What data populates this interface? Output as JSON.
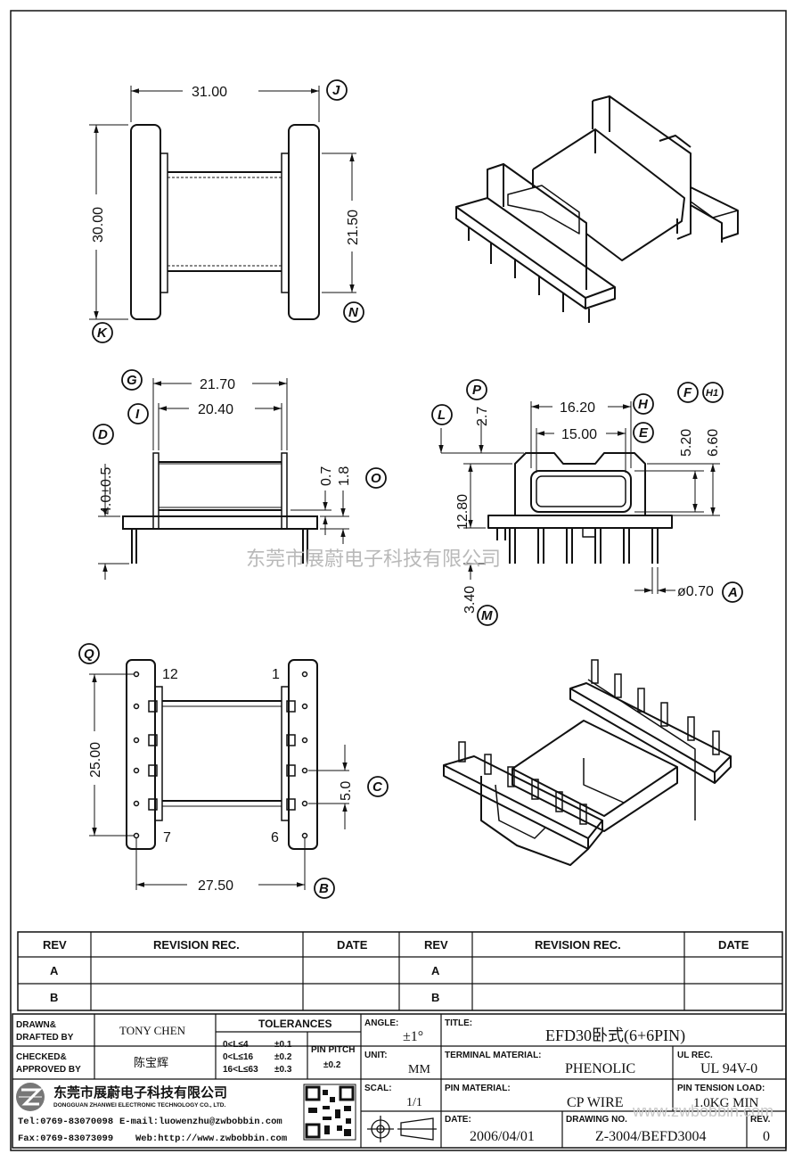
{
  "dimensions": {
    "top_width": "31.00",
    "top_height": "30.00",
    "top_inner": "21.50",
    "side_outer": "21.70",
    "side_inner": "20.40",
    "side_height": "4.0±0.5",
    "side_flange": "0.7",
    "side_base": "1.8",
    "front_outer": "16.20",
    "front_inner": "15.00",
    "front_top": "2.7",
    "front_h1": "5.20",
    "front_h2": "6.60",
    "front_total": "12.80",
    "front_pin_len": "3.40",
    "front_pin_dia": "ø0.70",
    "bottom_pins": "25.00",
    "bottom_pitch": "5.0",
    "bottom_width": "27.50"
  },
  "callouts": [
    "J",
    "K",
    "N",
    "G",
    "I",
    "D",
    "O",
    "P",
    "L",
    "H",
    "E",
    "F",
    "H1",
    "M",
    "A",
    "Q",
    "C",
    "B"
  ],
  "pins": {
    "p12": "12",
    "p1": "1",
    "p7": "7",
    "p6": "6"
  },
  "watermark": "东莞市展蔚电子科技有限公司",
  "watermark_url": "www.zwbobbin.com",
  "revision_table": {
    "headers": [
      "REV",
      "REVISION REC.",
      "DATE",
      "REV",
      "REVISION REC.",
      "DATE"
    ],
    "rows": [
      "A",
      "B"
    ]
  },
  "title_block": {
    "drawn_label": "DRAWN&\nDRAFTED BY",
    "drawn_value": "TONY CHEN",
    "checked_label": "CHECKED&\nAPPROVED BY",
    "checked_value": "陈宝辉",
    "tolerances_label": "TOLERANCES",
    "tol_rows": [
      {
        "range": "0<L≤4",
        "tol": "±0.1"
      },
      {
        "range": "0<L≤16",
        "tol": "±0.2"
      },
      {
        "range": "16<L≤63",
        "tol": "±0.3"
      }
    ],
    "pin_pitch_label": "PIN PITCH",
    "pin_pitch_value": "±0.2",
    "angle_label": "ANGLE:",
    "angle_value": "±1°",
    "unit_label": "UNIT:",
    "unit_value": "MM",
    "scale_label": "SCAL:",
    "scale_value": "1/1",
    "title_label": "TITLE:",
    "title_value": "EFD30卧式(6+6PIN)",
    "terminal_label": "TERMINAL MATERIAL:",
    "terminal_value": "PHENOLIC",
    "ul_label": "UL REC.",
    "ul_value": "UL 94V-0",
    "pin_material_label": "PIN MATERIAL:",
    "pin_material_value": "CP WIRE",
    "tension_label": "PIN TENSION LOAD:",
    "tension_value": "1.0KG MIN",
    "date_label": "DATE:",
    "date_value": "2006/04/01",
    "drawing_label": "DRAWING NO.",
    "drawing_value": "Z-3004/BEFD3004",
    "rev_label": "REV.",
    "rev_value": "0",
    "company_cn": "东莞市展蔚电子科技有限公司",
    "company_en": "DONGGUAN ZHANWEI ELECTRONIC TECHNOLOGY CO., LTD.",
    "tel": "Tel:0769-83070098",
    "email": "E-mail:luowenzhu@zwbobbin.com",
    "fax": "Fax:0769-83073099",
    "web": "Web:http://www.zwbobbin.com"
  },
  "icons": [
    "company-logo-icon",
    "qr-code-icon",
    "projection-symbol-icon"
  ]
}
